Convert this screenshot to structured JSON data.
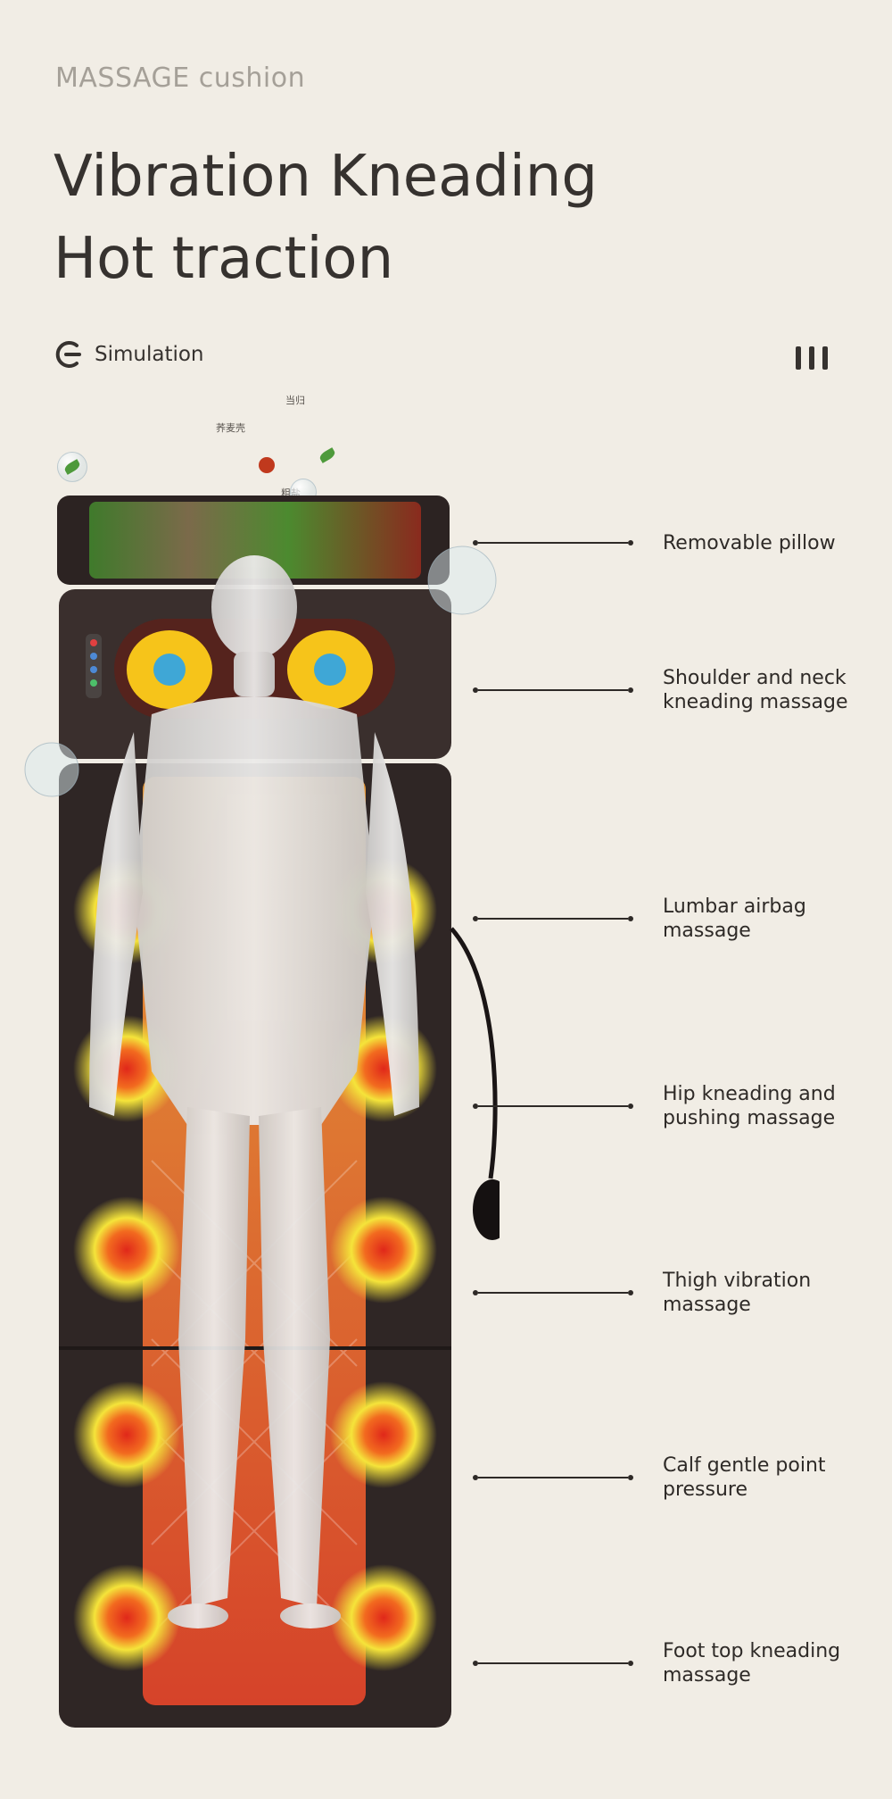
{
  "header": {
    "eyebrow": "MASSAGE cushion",
    "headline_line1": "Vibration Kneading",
    "headline_line2": "Hot traction"
  },
  "simulation": {
    "label": "Simulation",
    "icon": "power-e-icon",
    "menu_icon": "vertical-bars-icon"
  },
  "herbs": {
    "label_a": "当归",
    "label_b": "荞麦壳",
    "label_c": "粗盐"
  },
  "callouts": [
    {
      "line1": "Removable pillow",
      "line2": ""
    },
    {
      "line1": "Shoulder and neck",
      "line2": "kneading massage"
    },
    {
      "line1": "Lumbar airbag",
      "line2": "massage"
    },
    {
      "line1": "Hip kneading and",
      "line2": "pushing massage"
    },
    {
      "line1": "Thigh vibration",
      "line2": "massage"
    },
    {
      "line1": "Calf gentle point",
      "line2": "pressure"
    },
    {
      "line1": "Foot top kneading",
      "line2": "massage"
    }
  ],
  "colors": {
    "background": "#f1ede5",
    "mat": "#2f2625",
    "heat": "#f07a1e",
    "glow": "#f3e21d"
  }
}
